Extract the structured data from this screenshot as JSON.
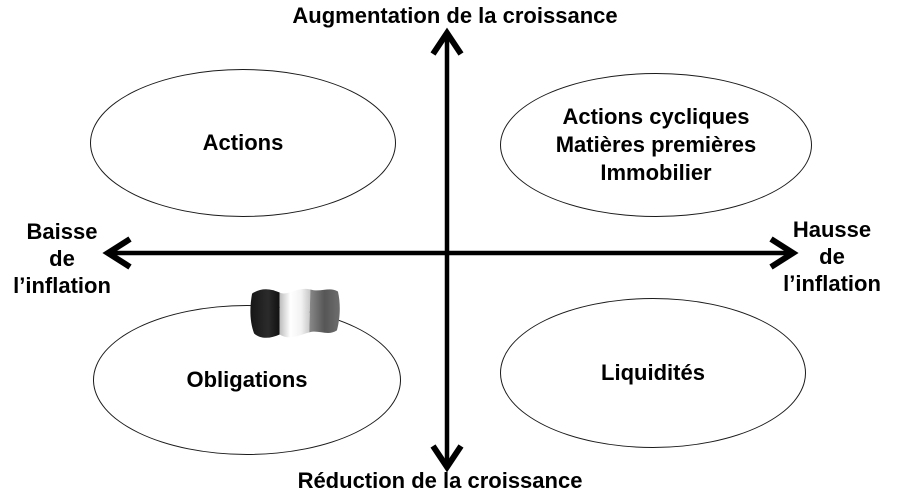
{
  "axes": {
    "top": "Augmentation de la croissance",
    "bottom": "Réduction de la croissance",
    "left": "Baisse\nde\nl’inflation",
    "right": "Hausse\nde\nl’inflation"
  },
  "bubbles": {
    "top_left": {
      "label": "Actions"
    },
    "top_right": {
      "label": "Actions cycliques\nMatières premières\nImmobilier"
    },
    "bottom_left": {
      "label": "Obligations",
      "icon": "waving-flag-icon"
    },
    "bottom_right": {
      "label": "Liquidités"
    }
  },
  "colors": {
    "line": "#000000",
    "ellipse_stroke": "#1a1a1a",
    "background": "#ffffff",
    "flag_dark": "#1f1f1f",
    "flag_light": "#f7f7f7",
    "flag_gray": "#5d5d5d"
  }
}
